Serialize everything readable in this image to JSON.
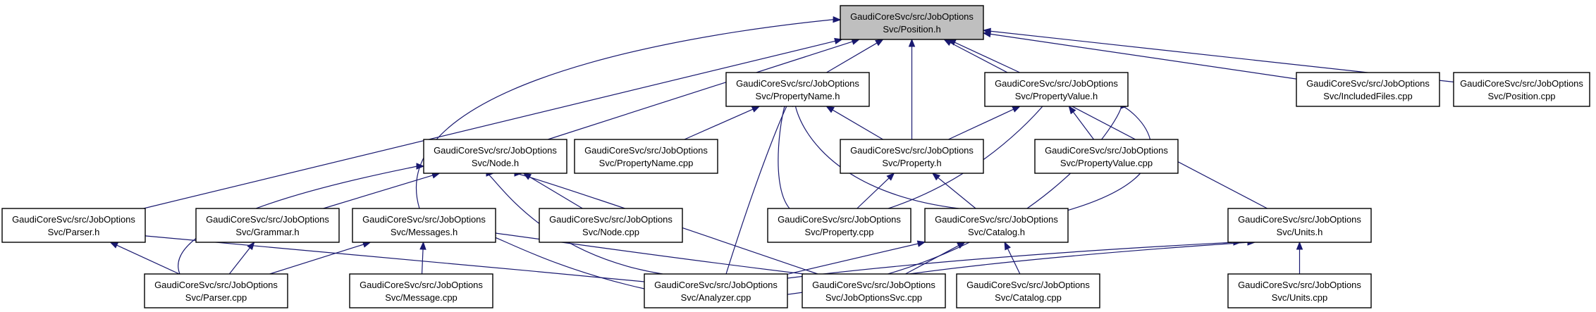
{
  "colors": {
    "edge": "#191970",
    "node_fill": "#ffffff",
    "focus_fill": "#bfbfbf",
    "border": "#000000"
  },
  "nodes": [
    {
      "id": "position_h",
      "line1": "GaudiCoreSvc/src/JobOptions",
      "line2": "Svc/Position.h",
      "focus": true
    },
    {
      "id": "propertyname_h",
      "line1": "GaudiCoreSvc/src/JobOptions",
      "line2": "Svc/PropertyName.h"
    },
    {
      "id": "propertyvalue_h",
      "line1": "GaudiCoreSvc/src/JobOptions",
      "line2": "Svc/PropertyValue.h"
    },
    {
      "id": "includedfiles_cpp",
      "line1": "GaudiCoreSvc/src/JobOptions",
      "line2": "Svc/IncludedFiles.cpp"
    },
    {
      "id": "position_cpp",
      "line1": "GaudiCoreSvc/src/JobOptions",
      "line2": "Svc/Position.cpp"
    },
    {
      "id": "node_h",
      "line1": "GaudiCoreSvc/src/JobOptions",
      "line2": "Svc/Node.h"
    },
    {
      "id": "propertyname_cpp",
      "line1": "GaudiCoreSvc/src/JobOptions",
      "line2": "Svc/PropertyName.cpp"
    },
    {
      "id": "property_h",
      "line1": "GaudiCoreSvc/src/JobOptions",
      "line2": "Svc/Property.h"
    },
    {
      "id": "propertyvalue_cpp",
      "line1": "GaudiCoreSvc/src/JobOptions",
      "line2": "Svc/PropertyValue.cpp"
    },
    {
      "id": "parser_h",
      "line1": "GaudiCoreSvc/src/JobOptions",
      "line2": "Svc/Parser.h"
    },
    {
      "id": "grammar_h",
      "line1": "GaudiCoreSvc/src/JobOptions",
      "line2": "Svc/Grammar.h"
    },
    {
      "id": "messages_h",
      "line1": "GaudiCoreSvc/src/JobOptions",
      "line2": "Svc/Messages.h"
    },
    {
      "id": "node_cpp",
      "line1": "GaudiCoreSvc/src/JobOptions",
      "line2": "Svc/Node.cpp"
    },
    {
      "id": "property_cpp",
      "line1": "GaudiCoreSvc/src/JobOptions",
      "line2": "Svc/Property.cpp"
    },
    {
      "id": "catalog_h",
      "line1": "GaudiCoreSvc/src/JobOptions",
      "line2": "Svc/Catalog.h"
    },
    {
      "id": "units_h",
      "line1": "GaudiCoreSvc/src/JobOptions",
      "line2": "Svc/Units.h"
    },
    {
      "id": "parser_cpp",
      "line1": "GaudiCoreSvc/src/JobOptions",
      "line2": "Svc/Parser.cpp"
    },
    {
      "id": "message_cpp",
      "line1": "GaudiCoreSvc/src/JobOptions",
      "line2": "Svc/Message.cpp"
    },
    {
      "id": "analyzer_cpp",
      "line1": "GaudiCoreSvc/src/JobOptions",
      "line2": "Svc/Analyzer.cpp"
    },
    {
      "id": "joboptionssvc_cpp",
      "line1": "GaudiCoreSvc/src/JobOptions",
      "line2": "Svc/JobOptionsSvc.cpp"
    },
    {
      "id": "catalog_cpp",
      "line1": "GaudiCoreSvc/src/JobOptions",
      "line2": "Svc/Catalog.cpp"
    },
    {
      "id": "units_cpp",
      "line1": "GaudiCoreSvc/src/JobOptions",
      "line2": "Svc/Units.cpp"
    }
  ],
  "edges": [
    {
      "from": "propertyname_h",
      "to": "position_h"
    },
    {
      "from": "propertyvalue_h",
      "to": "position_h"
    },
    {
      "from": "includedfiles_cpp",
      "to": "position_h"
    },
    {
      "from": "position_cpp",
      "to": "position_h"
    },
    {
      "from": "node_h",
      "to": "position_h"
    },
    {
      "from": "property_h",
      "to": "position_h"
    },
    {
      "from": "parser_h",
      "to": "position_h"
    },
    {
      "from": "messages_h",
      "to": "position_h"
    },
    {
      "from": "units_h",
      "to": "position_h"
    },
    {
      "from": "propertyname_cpp",
      "to": "propertyname_h"
    },
    {
      "from": "property_h",
      "to": "propertyname_h"
    },
    {
      "from": "property_cpp",
      "to": "propertyname_h"
    },
    {
      "from": "catalog_h",
      "to": "propertyname_h"
    },
    {
      "from": "analyzer_cpp",
      "to": "propertyname_h"
    },
    {
      "from": "property_h",
      "to": "propertyvalue_h"
    },
    {
      "from": "propertyvalue_cpp",
      "to": "propertyvalue_h"
    },
    {
      "from": "property_cpp",
      "to": "propertyvalue_h"
    },
    {
      "from": "catalog_h",
      "to": "propertyvalue_h"
    },
    {
      "from": "analyzer_cpp",
      "to": "propertyvalue_h"
    },
    {
      "from": "grammar_h",
      "to": "node_h"
    },
    {
      "from": "node_cpp",
      "to": "node_h"
    },
    {
      "from": "parser_cpp",
      "to": "node_h"
    },
    {
      "from": "analyzer_cpp",
      "to": "node_h"
    },
    {
      "from": "joboptionssvc_cpp",
      "to": "node_h"
    },
    {
      "from": "property_cpp",
      "to": "property_h"
    },
    {
      "from": "catalog_h",
      "to": "property_h"
    },
    {
      "from": "parser_cpp",
      "to": "parser_h"
    },
    {
      "from": "analyzer_cpp",
      "to": "parser_h"
    },
    {
      "from": "parser_cpp",
      "to": "grammar_h"
    },
    {
      "from": "parser_cpp",
      "to": "messages_h"
    },
    {
      "from": "message_cpp",
      "to": "messages_h"
    },
    {
      "from": "analyzer_cpp",
      "to": "messages_h"
    },
    {
      "from": "joboptionssvc_cpp",
      "to": "messages_h"
    },
    {
      "from": "analyzer_cpp",
      "to": "catalog_h"
    },
    {
      "from": "joboptionssvc_cpp",
      "to": "catalog_h"
    },
    {
      "from": "catalog_cpp",
      "to": "catalog_h"
    },
    {
      "from": "analyzer_cpp",
      "to": "units_h"
    },
    {
      "from": "joboptionssvc_cpp",
      "to": "units_h"
    },
    {
      "from": "units_cpp",
      "to": "units_h"
    }
  ]
}
